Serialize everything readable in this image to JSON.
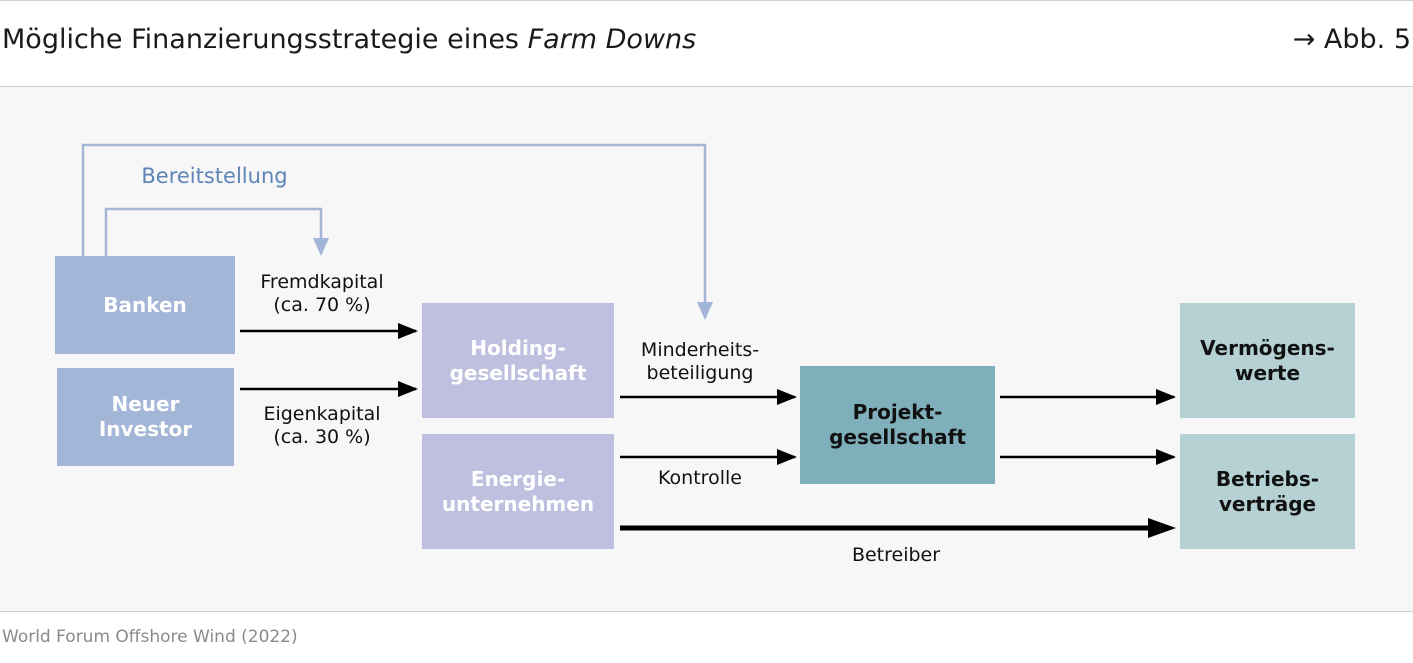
{
  "header": {
    "title_prefix": "Mögliche Finanzierungsstrategie eines ",
    "title_emphasis": "Farm Downs",
    "figure_ref": "→ Abb. 5"
  },
  "nodes": {
    "banken": "Banken",
    "neuer_investor": "Neuer\nInvestor",
    "holding": "Holding-\ngesellschaft",
    "energie": "Energie-\nunternehmen",
    "projekt": "Projekt-\ngesellschaft",
    "vermoegen": "Vermögens-\nwerte",
    "betrieb": "Betriebs-\nverträge"
  },
  "edges": {
    "bereitstellung": "Bereitstellung",
    "fremdkapital": "Fremdkapital\n(ca. 70 %)",
    "eigenkapital": "Eigenkapital\n(ca. 30 %)",
    "minderheit": "Minderheits-\nbeteiligung",
    "kontrolle": "Kontrolle",
    "betreiber": "Betreiber"
  },
  "colors": {
    "investor_box": "#a3b6d7",
    "holding_box": "#bfbfdf",
    "projekt_box": "#7fafbb",
    "asset_box": "#b5d1d4",
    "bereitstellung_line": "#a3b6d7",
    "bereitstellung_text": "#5f85b8"
  },
  "footer": {
    "source": "World Forum Offshore Wind (2022)"
  }
}
